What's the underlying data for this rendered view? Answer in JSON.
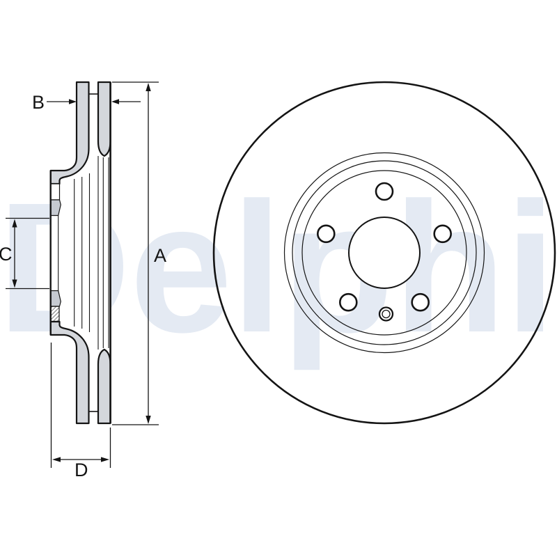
{
  "watermark": {
    "text": "Delphi",
    "color": "#e4eaf3"
  },
  "drawing": {
    "dimension_labels": {
      "A": "A",
      "B": "B",
      "C": "C",
      "D": "D"
    },
    "front_view": {
      "bolt_hole_count": 5,
      "pin_hole_count": 1
    },
    "colors": {
      "line": "#141414",
      "section_fill": "#d4d7dc",
      "section_fill_dark": "#c6cad1",
      "background": "#ffffff"
    }
  }
}
